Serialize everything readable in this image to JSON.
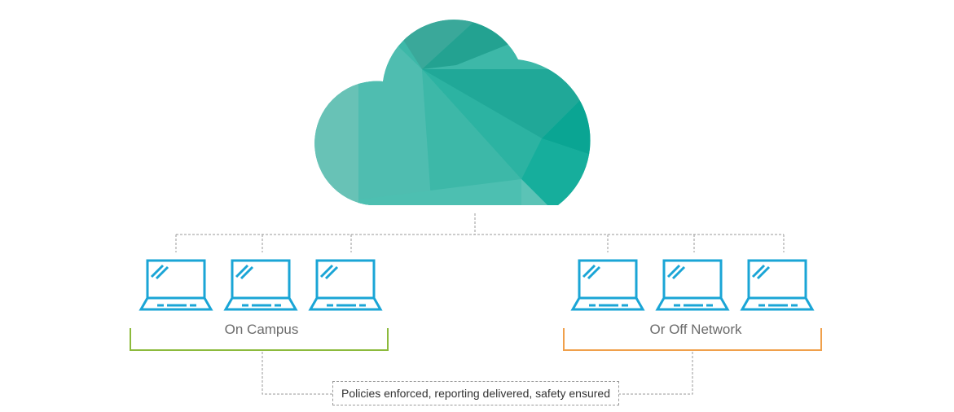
{
  "groups": {
    "on_campus": {
      "label": "On Campus",
      "bracket_color": "#8cba3c",
      "device_count": 3
    },
    "off_network": {
      "label": "Or Off Network",
      "bracket_color": "#f0a04b",
      "device_count": 3
    }
  },
  "note": {
    "text": "Policies enforced, reporting delivered, safety ensured"
  },
  "colors": {
    "laptop": "#1aa5d6",
    "cloud_light": "#68c2b6",
    "cloud_dark": "#0aa593",
    "connector": "#9a9a9a"
  },
  "icons": {
    "cloud": "cloud-icon",
    "laptop": "laptop-icon"
  }
}
